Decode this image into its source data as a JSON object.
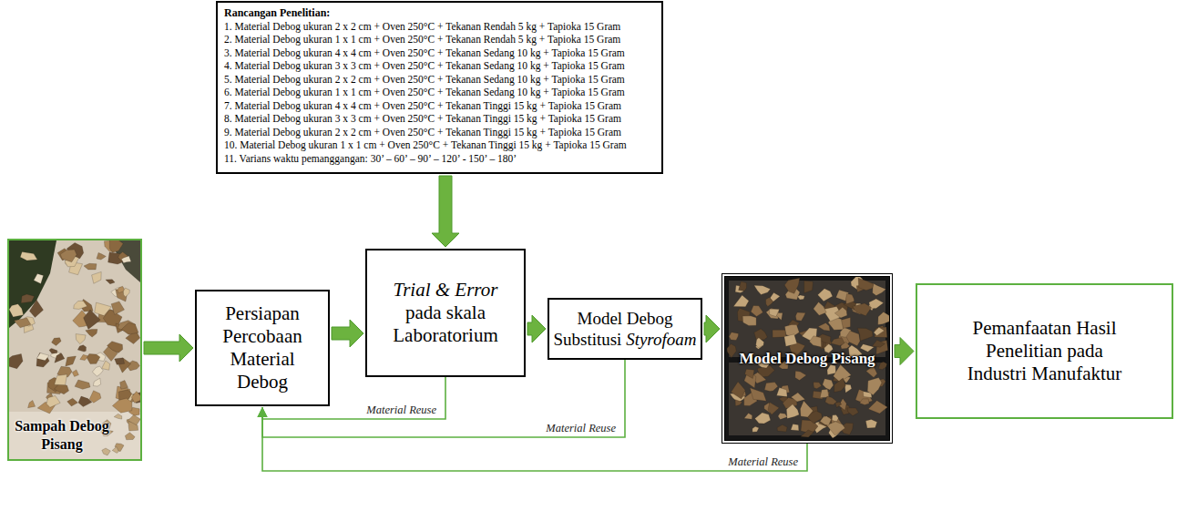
{
  "diagram": {
    "nodes": [
      {
        "text": [
          "Rancangan Penelitian:",
          "1. Material Debog ukuran 2 x 2 cm + Oven 250°C + Tekanan Rendah 5 kg + Tapioka 15 Gram",
          "2. Material Debog ukuran 1 x 1 cm + Oven 250°C + Tekanan Rendah 5 kg + Tapioka 15 Gram",
          "3. Material Debog ukuran 4 x 4 cm + Oven 250°C + Tekanan Sedang 10 kg + Tapioka 15 Gram",
          "4. Material Debog ukuran 3 x 3 cm + Oven 250°C + Tekanan Sedang 10 kg + Tapioka 15 Gram",
          "5. Material Debog ukuran 2 x 2 cm + Oven 250°C + Tekanan Sedang 10 kg + Tapioka 15 Gram",
          "6. Material Debog ukuran 1 x 1 cm + Oven 250°C + Tekanan Sedang 10 kg + Tapioka 15 Gram",
          "7. Material Debog ukuran 4 x 4 cm + Oven 250°C + Tekanan Tinggi 15 kg + Tapioka 15 Gram",
          "8. Material Debog ukuran 3 x 3 cm + Oven 250°C + Tekanan Tinggi 15 kg + Tapioka 15 Gram",
          "9. Material Debog ukuran 2 x 2 cm + Oven 250°C + Tekanan Tinggi 15 kg + Tapioka 15 Gram",
          "10. Material Debog ukuran 1 x 1 cm + Oven 250°C + Tekanan Tinggi 15 kg + Tapioka 15 Gram",
          "11. Varians waktu pemanggangan: 30’ – 60’ – 90’ – 120’ - 150’ – 180’"
        ]
      },
      {
        "text": [
          "Sampah Debog Pisang"
        ]
      },
      {
        "text": [
          "Persiapan Percobaan Material Debog"
        ]
      },
      {
        "text": [
          "Trial & Error",
          "pada skala Laboratorium"
        ]
      },
      {
        "text": [
          "Model Debog Substitusi",
          "Styrofoam"
        ]
      },
      {
        "text": [
          "Model Debog Pisang"
        ]
      },
      {
        "text": [
          "Pemanfaatan Hasil Penelitian pada Industri Manufaktur"
        ]
      }
    ],
    "edges": [
      {
        "from": 1,
        "to": 2,
        "arrow": "to"
      },
      {
        "from": 2,
        "to": 3,
        "arrow": "to"
      },
      {
        "from": 0,
        "to": 3,
        "arrow": "to"
      },
      {
        "from": 3,
        "to": 4,
        "arrow": "to"
      },
      {
        "from": 4,
        "to": 5,
        "arrow": "to"
      },
      {
        "from": 5,
        "to": 6,
        "arrow": "to"
      },
      {
        "from": 3,
        "to": 2,
        "label": "Material Reuse",
        "arrow": "to"
      },
      {
        "from": 4,
        "to": 2,
        "label": "Material Reuse",
        "arrow": "to"
      },
      {
        "from": 5,
        "to": 2,
        "label": "Material Reuse",
        "arrow": "to"
      }
    ]
  }
}
